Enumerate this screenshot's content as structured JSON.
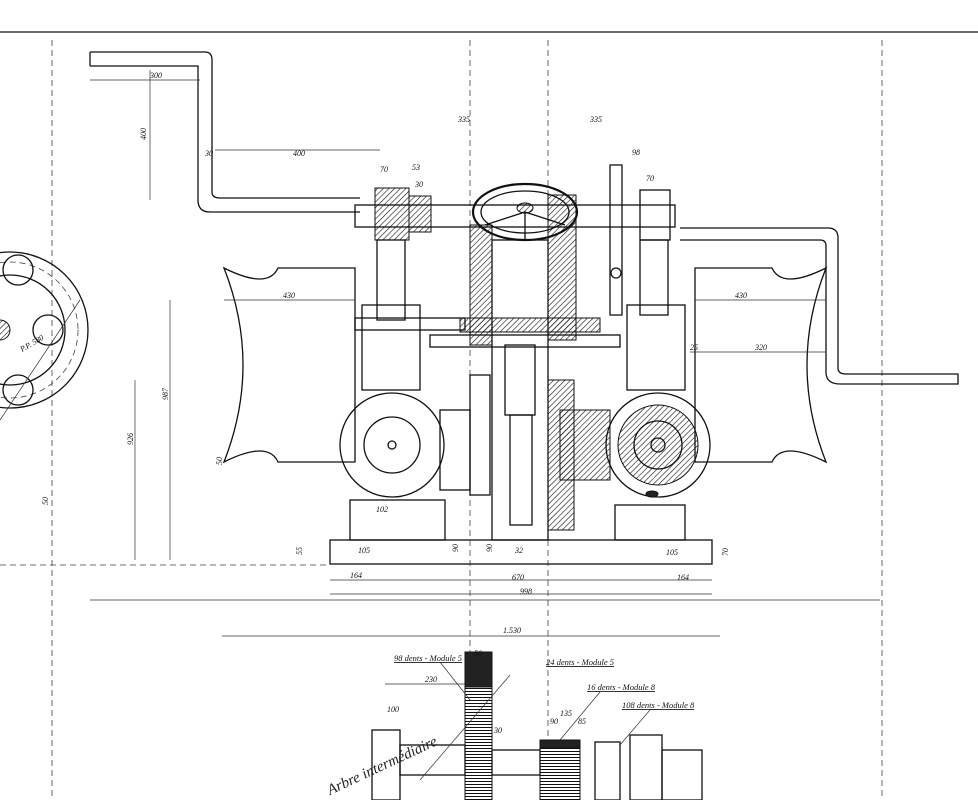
{
  "drawing": {
    "title": "Capstan / windlass mechanism general arrangement",
    "colors": {
      "ink": "#111111",
      "paper": "#ffffff"
    },
    "dimensions": {
      "handle_left_h": "300",
      "handle_left_v": "400",
      "handle_arm": "400",
      "handle_off": "30",
      "wheel_left": "335",
      "wheel_right": "335",
      "bearing_l": "70",
      "hub_53": "53",
      "hub_30": "30",
      "right_98": "98",
      "bearing_r": "70",
      "drum_left": "430",
      "drum_right": "430",
      "right_320": "320",
      "right_25": "25",
      "height_total": "987",
      "height_926": "926",
      "left_50": "50",
      "base_55": "55",
      "base_105_l": "105",
      "base_90_a": "90",
      "base_90_b": "90",
      "base_32": "32",
      "base_105_r": "105",
      "base_70": "70",
      "foot_102": "102",
      "span_164_l": "164",
      "span_670": "670",
      "span_164_r": "164",
      "span_998": "998",
      "span_1530": "1.530",
      "lower_230": "230",
      "lower_100": "100",
      "lower_50": "50",
      "lower_135": "135",
      "lower_90": "90",
      "lower_85": "85",
      "lower_30": "30"
    },
    "gear_notes": {
      "g1": "98 dents - Module 5",
      "g2": "24 dents - Module 5",
      "g3": "16 dents - Module 8",
      "g4": "108 dents - Module 8"
    },
    "handwritten_label": "Arbre intermédiaire",
    "side_label": "P.P. 580"
  }
}
